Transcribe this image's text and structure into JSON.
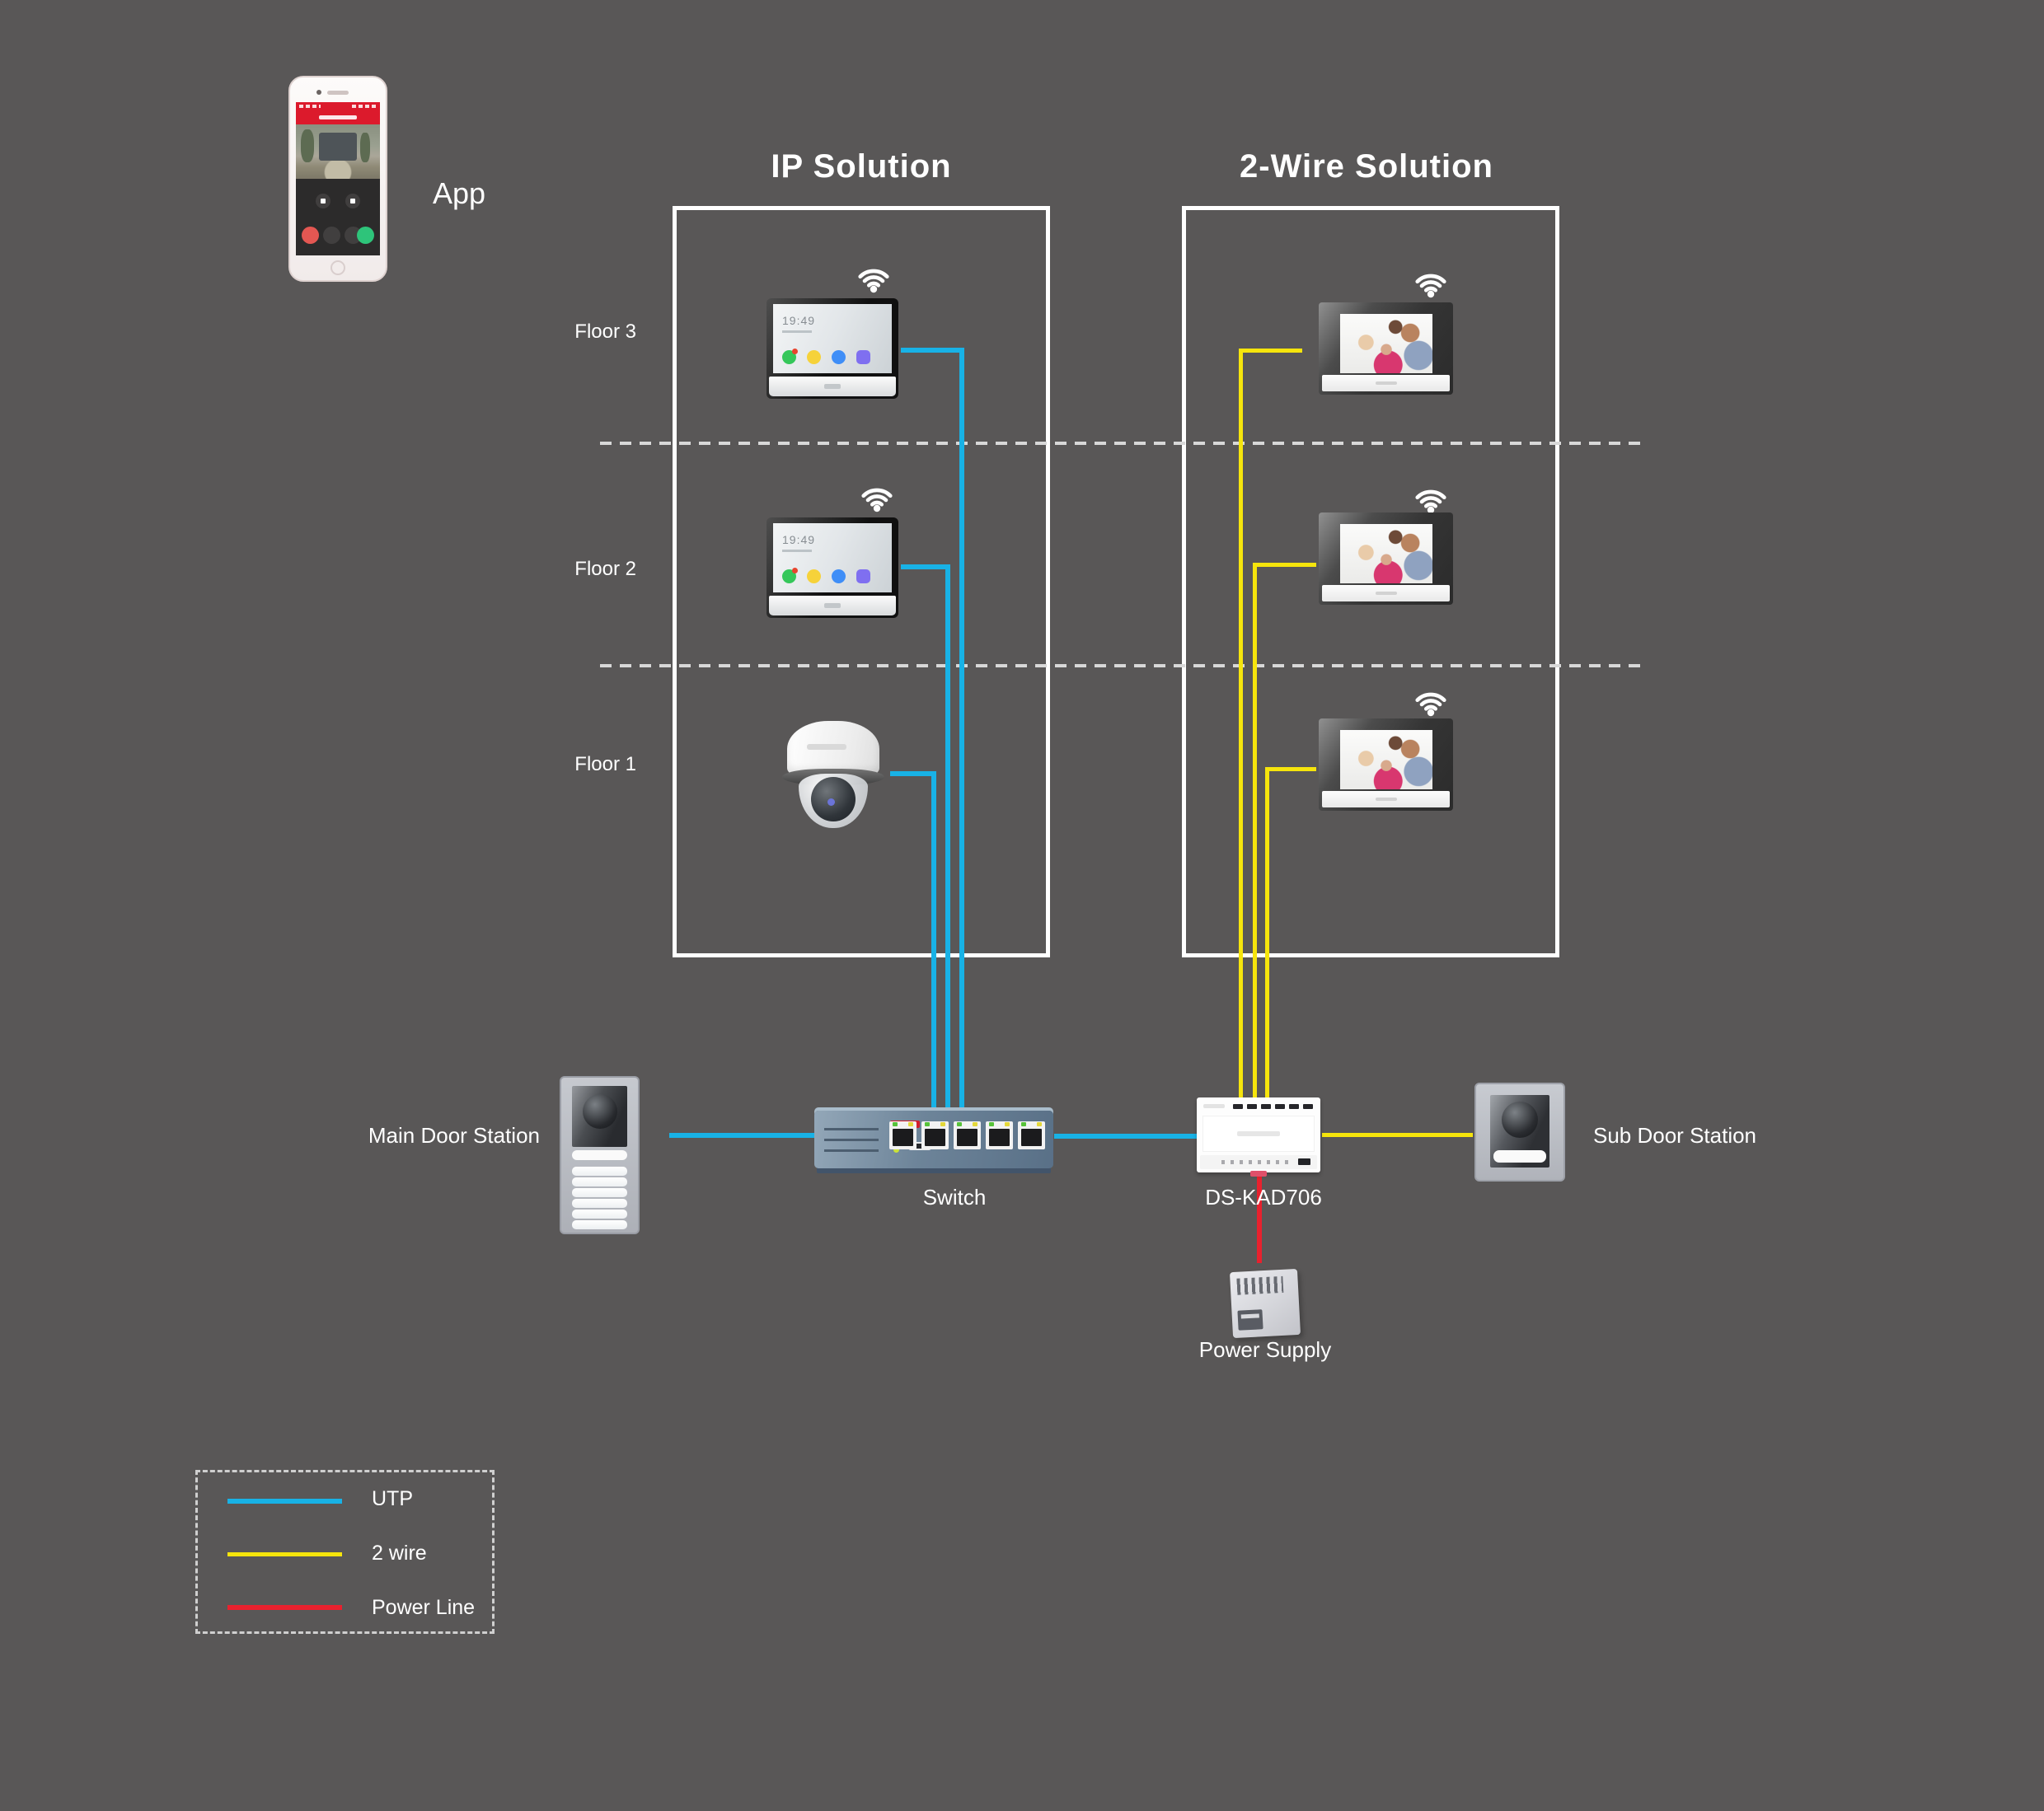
{
  "colors": {
    "background": "#595757",
    "utp": "#18b2e6",
    "two_wire": "#f6e50c",
    "power_line": "#e8212e",
    "box_border": "#ffffff",
    "phone_header": "#dc1a2c"
  },
  "app": {
    "label": "App"
  },
  "titles": {
    "ip": "IP Solution",
    "two_wire": "2-Wire Solution"
  },
  "floors": [
    {
      "label": "Floor 3"
    },
    {
      "label": "Floor 2"
    },
    {
      "label": "Floor 1"
    }
  ],
  "devices": {
    "indoor_station_time": "19:49",
    "main_door_station": "Main Door Station",
    "switch": "Switch",
    "distributor": "DS-KAD706",
    "sub_door_station": "Sub Door Station",
    "power_supply": "Power Supply"
  },
  "icons": {
    "wifi": "wifi-icon"
  },
  "legend": {
    "items": [
      {
        "label": "UTP",
        "color": "#18b2e6"
      },
      {
        "label": "2 wire",
        "color": "#f6e50c"
      },
      {
        "label": "Power Line",
        "color": "#e8212e"
      }
    ]
  }
}
